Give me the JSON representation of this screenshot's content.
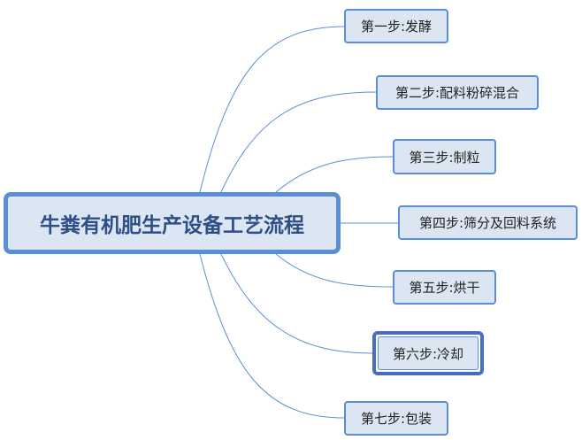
{
  "root": {
    "label": "牛粪有机肥生产设备工艺流程"
  },
  "steps": [
    {
      "label": "第一步:发酵"
    },
    {
      "label": "第二步:配料粉碎混合"
    },
    {
      "label": "第三步:制粒"
    },
    {
      "label": "第四步:筛分及回料系统"
    },
    {
      "label": "第五步:烘干"
    },
    {
      "label": "第六步:冷却",
      "selected": true
    },
    {
      "label": "第七步:包装"
    }
  ],
  "colors": {
    "node_fill": "#dce6f2",
    "node_border": "#5a8fd6",
    "link": "#5a8fd6",
    "selected_border": "#4a6cc0",
    "root_text": "#2e4f86"
  }
}
